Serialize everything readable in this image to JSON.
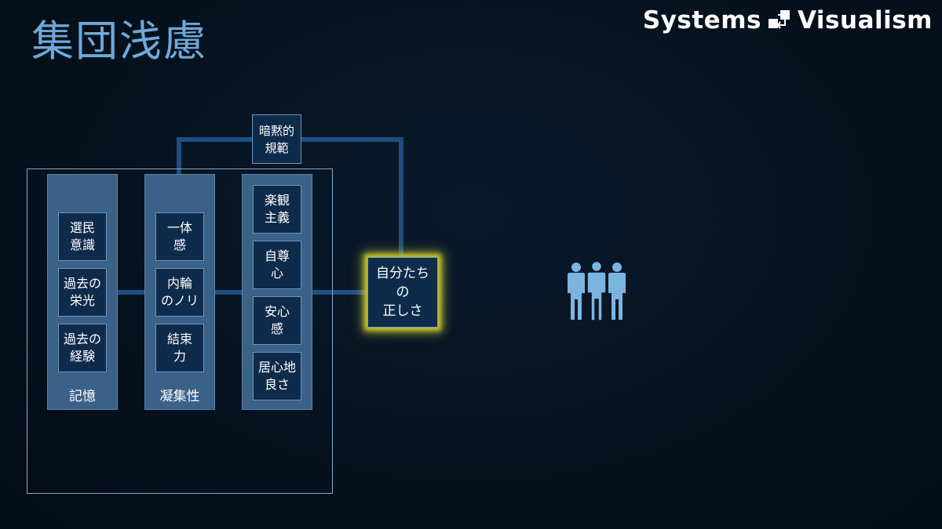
{
  "title": "集団浅慮",
  "brand": {
    "left_word": "Systems",
    "right_word": "Visualism",
    "logo_icon": "systems-visualism-logo-icon"
  },
  "norm": {
    "label": "暗黙的\n規範"
  },
  "columns": [
    {
      "label": "記憶",
      "items": [
        "選民\n意識",
        "過去の\n栄光",
        "過去の\n経験"
      ]
    },
    {
      "label": "凝集性",
      "items": [
        "一体\n感",
        "内輪\nのノリ",
        "結束\n力"
      ]
    },
    {
      "label": "",
      "items": [
        "楽観\n主義",
        "自尊\n心",
        "安心\n感",
        "居心地\n良さ"
      ]
    }
  ],
  "righteousness": {
    "label": "自分たち\nの\n正しさ"
  },
  "people_icon": "group-of-people-icon",
  "colors": {
    "title": "#6fa8d8",
    "column_fill": "#3a6188",
    "box_fill": "#0f2b4b",
    "connector": "#1c4f82",
    "highlight_glow": "#c9c62a",
    "people": "#7cb4e0"
  }
}
